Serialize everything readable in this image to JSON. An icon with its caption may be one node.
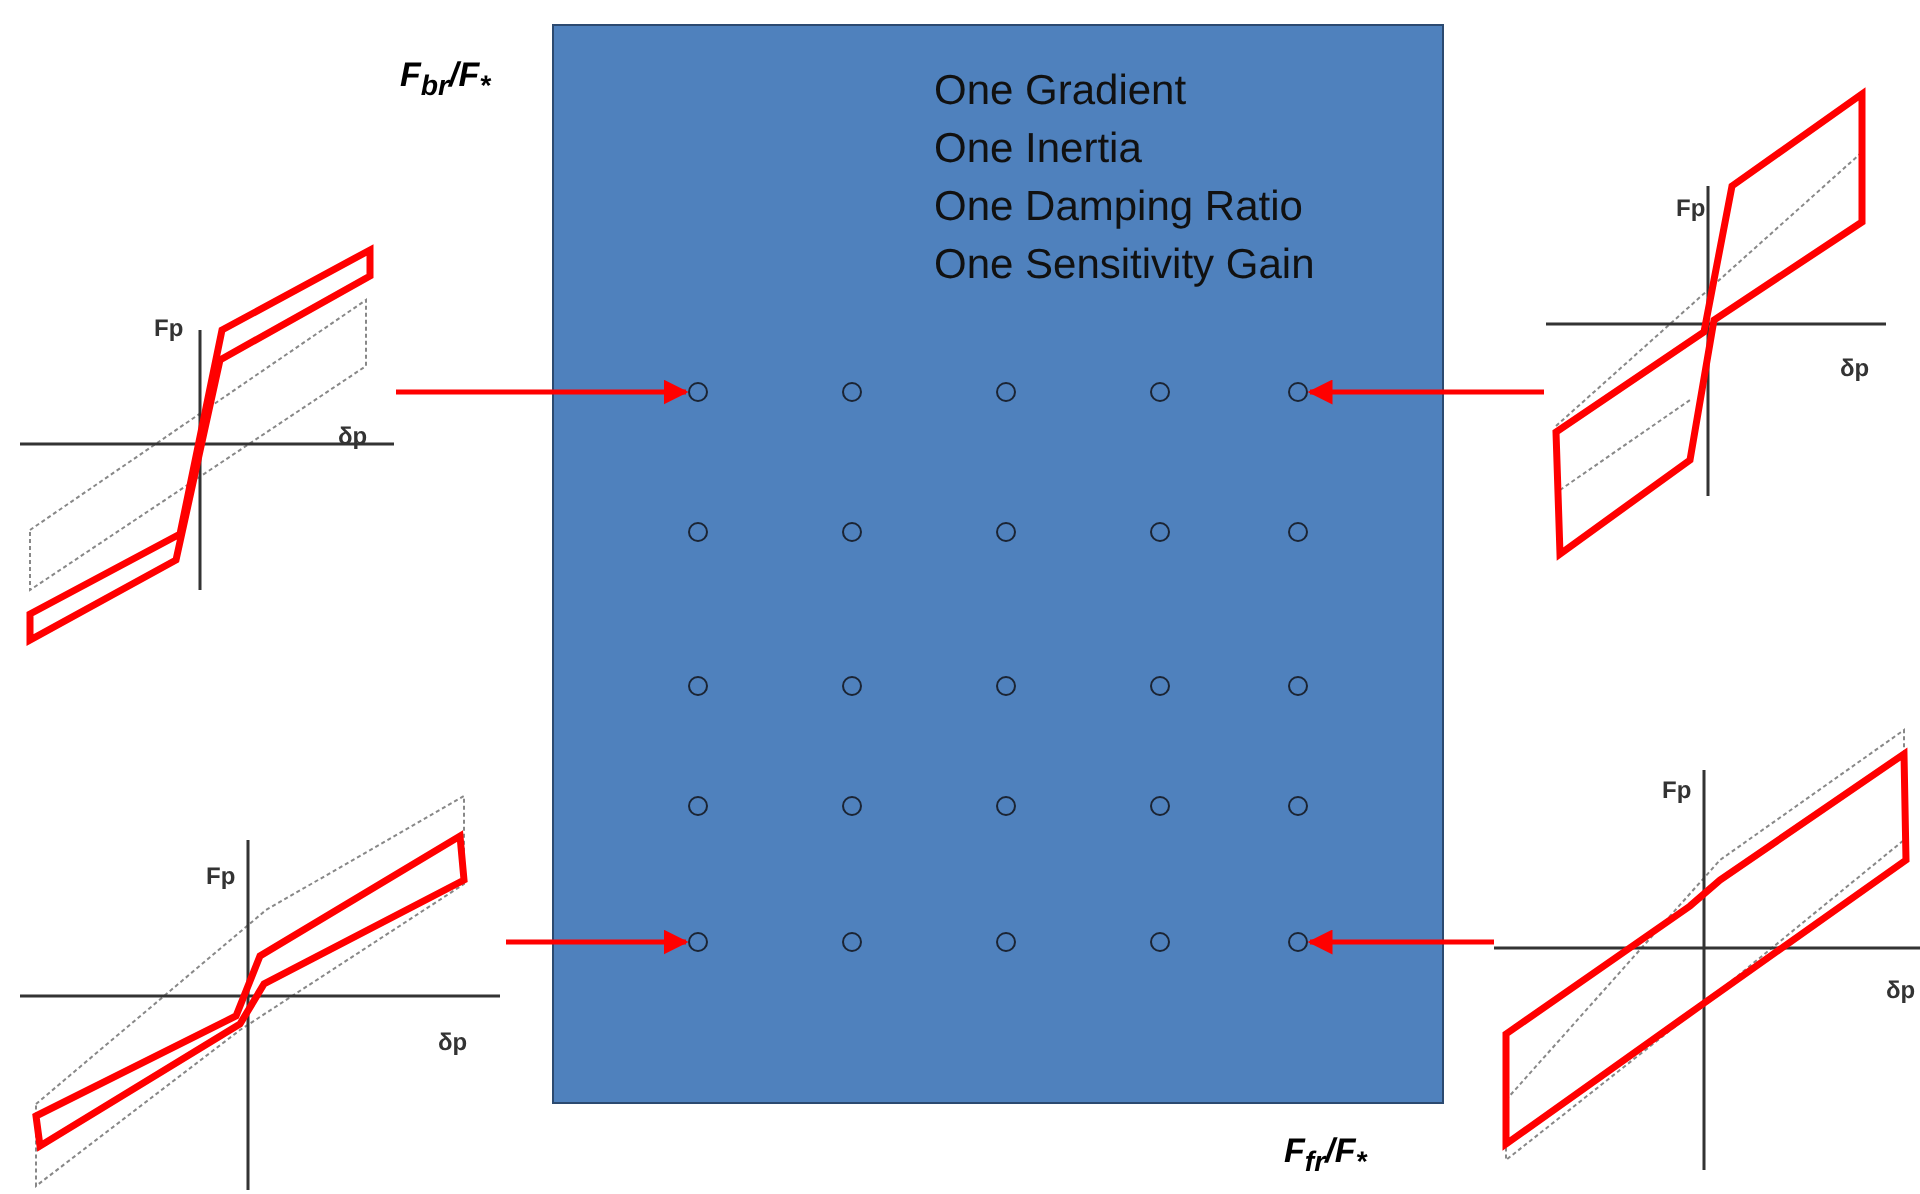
{
  "diagram": {
    "nodes": [
      {
        "text": [
          "One Gradient",
          "One Inertia",
          "One Damping Ratio",
          "One Sensitivity Gain"
        ]
      },
      {
        "text": [],
        "shape": "circle",
        "in": 0
      },
      {
        "text": [],
        "shape": "circle",
        "in": 0
      },
      {
        "text": [],
        "shape": "circle",
        "in": 0
      },
      {
        "text": [],
        "shape": "circle",
        "in": 0
      },
      {
        "text": [],
        "shape": "circle",
        "in": 0
      },
      {
        "text": [],
        "shape": "circle",
        "in": 0
      },
      {
        "text": [],
        "shape": "circle",
        "in": 0
      },
      {
        "text": [],
        "shape": "circle",
        "in": 0
      },
      {
        "text": [],
        "shape": "circle",
        "in": 0
      },
      {
        "text": [],
        "shape": "circle",
        "in": 0
      },
      {
        "text": [],
        "shape": "circle",
        "in": 0
      },
      {
        "text": [],
        "shape": "circle",
        "in": 0
      },
      {
        "text": [],
        "shape": "circle",
        "in": 0
      },
      {
        "text": [],
        "shape": "circle",
        "in": 0
      },
      {
        "text": [],
        "shape": "circle",
        "in": 0
      },
      {
        "text": [],
        "shape": "circle",
        "in": 0
      },
      {
        "text": [],
        "shape": "circle",
        "in": 0
      },
      {
        "text": [],
        "shape": "circle",
        "in": 0
      },
      {
        "text": [],
        "shape": "circle",
        "in": 0
      },
      {
        "text": [],
        "shape": "circle",
        "in": 0
      },
      {
        "text": [],
        "shape": "circle",
        "in": 0
      },
      {
        "text": [],
        "shape": "circle",
        "in": 0
      },
      {
        "text": [],
        "shape": "circle",
        "in": 0
      },
      {
        "text": [],
        "shape": "circle",
        "in": 0
      },
      {
        "text": [],
        "shape": "circle",
        "in": 0
      },
      {
        "text": [
          "Fp",
          "δp"
        ]
      },
      {
        "text": [
          "Fp",
          "δp"
        ]
      },
      {
        "text": [
          "Fp",
          "δp"
        ]
      },
      {
        "text": [
          "Fp",
          "δp"
        ]
      }
    ],
    "edges": [
      {
        "from": 26,
        "to": 1,
        "arrow": "to"
      },
      {
        "from": 27,
        "to": 5,
        "arrow": "to"
      },
      {
        "from": 28,
        "to": 21,
        "arrow": "to"
      },
      {
        "from": 29,
        "to": 25,
        "arrow": "to"
      }
    ],
    "labels": [
      "F$_{br}$/F$_{*}$",
      "F$_{fr}$/F$_{*}$"
    ]
  }
}
